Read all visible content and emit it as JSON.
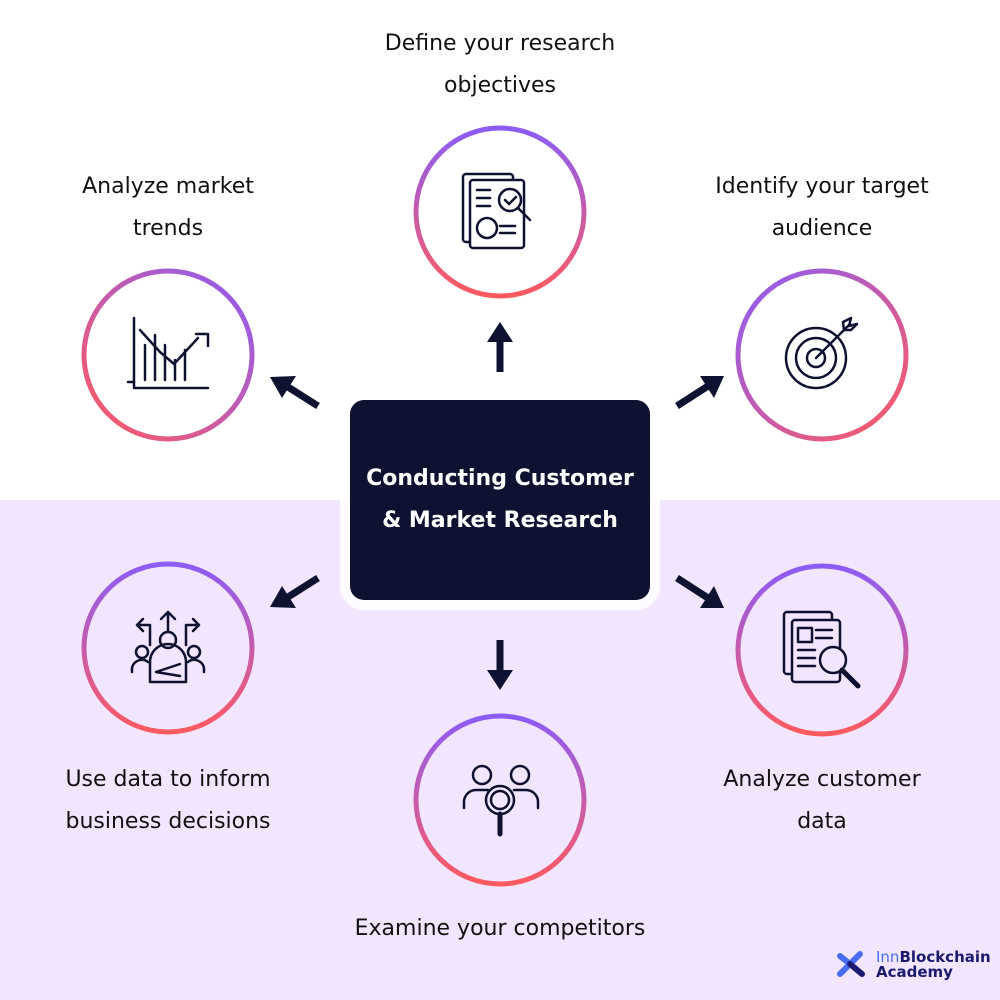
{
  "center": {
    "title": "Conducting Customer\n& Market Research"
  },
  "steps": [
    {
      "label": "Define your research objectives",
      "line1": "Define your research",
      "line2": "objectives",
      "icon": "document-search-icon"
    },
    {
      "label": "Identify your target audience",
      "line1": "Identify your target",
      "line2": "audience",
      "icon": "target-icon"
    },
    {
      "label": "Analyze customer data",
      "line1": "Analyze customer",
      "line2": "data",
      "icon": "report-search-icon"
    },
    {
      "label": "Examine your competitors",
      "line1": "Examine your competitors",
      "icon": "competitors-search-icon"
    },
    {
      "label": "Use data to inform business decisions",
      "line1": "Use data to inform",
      "line2": "business decisions",
      "icon": "decision-icon"
    },
    {
      "label": "Analyze market trends",
      "line1": "Analyze market",
      "line2": "trends",
      "icon": "trend-chart-icon"
    }
  ],
  "logo": {
    "brand_prefix": "Inn",
    "brand_rest": "Blockchain",
    "sub": "Academy"
  },
  "colors": {
    "dark": "#0e1130",
    "ring_start": "#8b5cf6",
    "ring_end": "#ff5a5f",
    "lavender": "#f2e6fe"
  }
}
